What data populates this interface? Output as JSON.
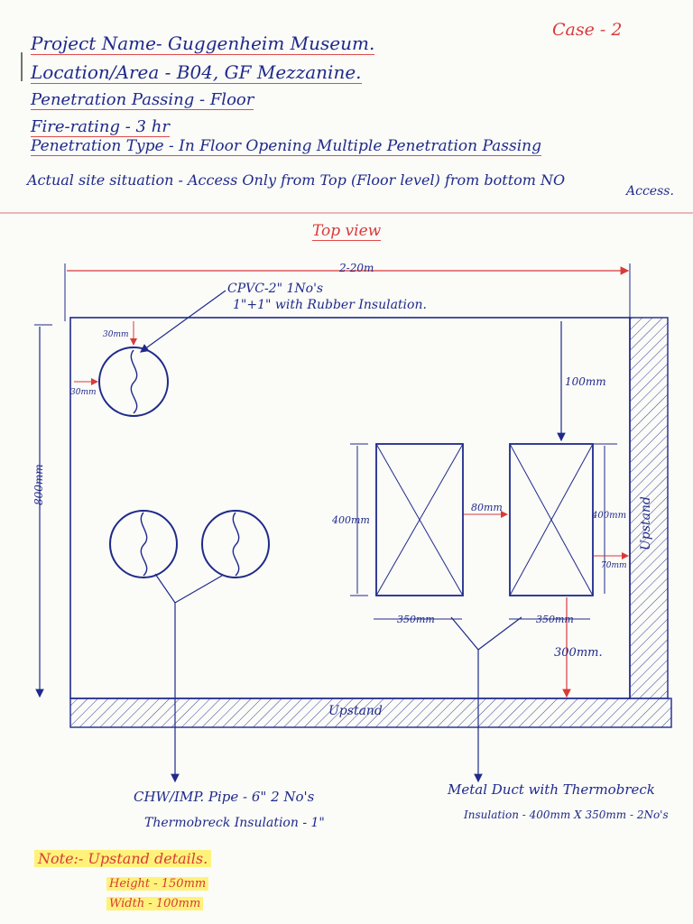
{
  "header": {
    "case": "Case - 2",
    "project": "Project Name- Guggenheim Museum.",
    "location": "Location/Area - B04, GF Mezzanine.",
    "penetration_passing": "Penetration Passing - Floor",
    "fire_rating": "Fire-rating - 3 hr",
    "penetration_type": "Penetration Type - In Floor Opening Multiple Penetration Passing",
    "site_situation": "Actual site situation - Access Only from Top (Floor level) from bottom NO",
    "site_situation_cont": "Access."
  },
  "diagram": {
    "title": "Top view",
    "dim_width": "2-20m",
    "dim_height": "800mm",
    "cpvc_label_1": "CPVC-2\" 1No's",
    "cpvc_label_2": "1\"+1\" with Rubber Insulation.",
    "dim_30_top": "30mm",
    "dim_30_left": "30mm",
    "dim_100": "100mm",
    "dim_400_left": "400mm",
    "dim_80": "80mm",
    "dim_400_right": "400mm",
    "dim_70": "70mm",
    "dim_350_left": "350mm",
    "dim_350_right": "350mm",
    "dim_300": "300mm.",
    "upstand_bottom": "Upstand",
    "upstand_right": "Upstand",
    "chw_label_1": "CHW/IMP. Pipe - 6\" 2 No's",
    "chw_label_2": "Thermobreck Insulation - 1\"",
    "duct_label_1": "Metal Duct with Thermobreck",
    "duct_label_2": "Insulation - 400mm X 350mm - 2No's"
  },
  "note": {
    "title": "Note:- Upstand details.",
    "height": "Height - 150mm",
    "width": "Width - 100mm"
  }
}
